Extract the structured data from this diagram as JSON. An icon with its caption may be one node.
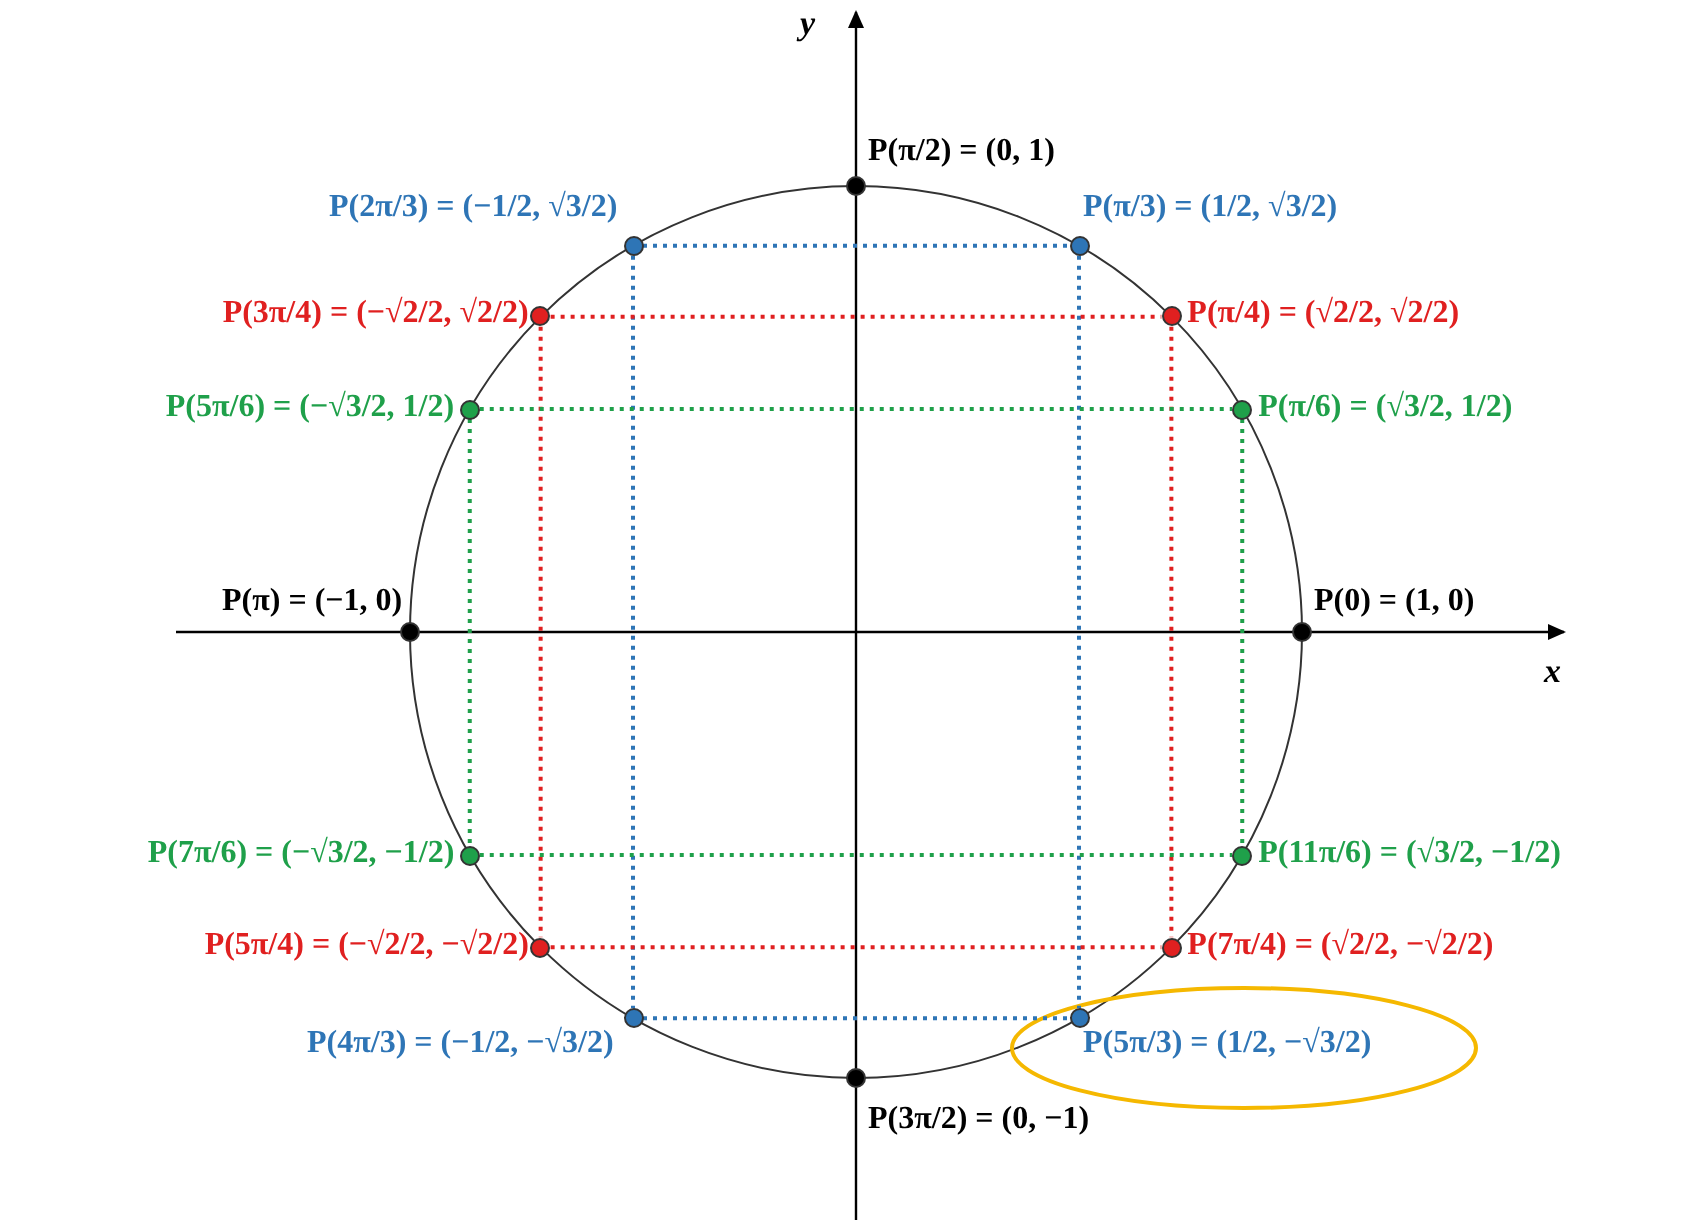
{
  "diagram": {
    "nodes": [
      {
        "text": [],
        "shape": "circle",
        "beside": [
          "P(π/2) = (0, 1)"
        ]
      },
      {
        "text": [],
        "shape": "circle",
        "beside": [
          "P(2π/3) = (−1/2, √3/2)"
        ]
      },
      {
        "text": [],
        "shape": "circle",
        "beside": [
          "P(π/3) = (1/2, √3/2)"
        ]
      },
      {
        "text": [],
        "shape": "circle",
        "beside": [
          "P(3π/4) = (−√2/2, √2/2)"
        ]
      },
      {
        "text": [],
        "shape": "circle",
        "beside": [
          "P(π/4) = (√2/2, √2/2)"
        ]
      },
      {
        "text": [],
        "shape": "circle",
        "beside": [
          "P(5π/6) = (−√3/2, 1/2)"
        ]
      },
      {
        "text": [],
        "shape": "circle",
        "beside": [
          "P(π/6) = (√3/2, 1/2)"
        ]
      },
      {
        "text": [],
        "shape": "circle",
        "beside": [
          "P(π) = (−1, 0)"
        ]
      },
      {
        "text": [],
        "shape": "circle",
        "beside": [
          "P(0) = (1, 0)"
        ]
      },
      {
        "text": [],
        "shape": "circle",
        "beside": [
          "P(7π/6) = (−√3/2, −1/2)"
        ]
      },
      {
        "text": [],
        "shape": "circle",
        "beside": [
          "P(11π/6) = (√3/2, −1/2)"
        ]
      },
      {
        "text": [],
        "shape": "circle",
        "beside": [
          "P(5π/4) = (−√2/2, −√2/2)"
        ]
      },
      {
        "text": [],
        "shape": "circle",
        "beside": [
          "P(7π/4) = (√2/2, −√2/2)"
        ]
      },
      {
        "text": [],
        "shape": "circle",
        "beside": [
          "P(4π/3) = (−1/2, −√3/2)"
        ]
      },
      {
        "text": [],
        "shape": "circle",
        "beside": [
          "P(5π/3) = (1/2, −√3/2)"
        ]
      },
      {
        "text": [],
        "shape": "circle",
        "beside": [
          "P(3π/2) = (0, −1)"
        ]
      }
    ],
    "edges": [
      {
        "from": 1,
        "to": 2,
        "arrow": "none",
        "style": "dashed",
        "color": "#2e75b6"
      },
      {
        "from": 13,
        "to": 14,
        "arrow": "none",
        "style": "dashed",
        "color": "#2e75b6"
      },
      {
        "from": 1,
        "to": 13,
        "arrow": "none",
        "style": "dashed",
        "color": "#2e75b6"
      },
      {
        "from": 2,
        "to": 14,
        "arrow": "none",
        "style": "dashed",
        "color": "#2e75b6"
      },
      {
        "from": 3,
        "to": 4,
        "arrow": "none",
        "style": "dashed",
        "color": "#e02020"
      },
      {
        "from": 11,
        "to": 12,
        "arrow": "none",
        "style": "dashed",
        "color": "#e02020"
      },
      {
        "from": 3,
        "to": 11,
        "arrow": "none",
        "style": "dashed",
        "color": "#e02020"
      },
      {
        "from": 4,
        "to": 12,
        "arrow": "none",
        "style": "dashed",
        "color": "#e02020"
      },
      {
        "from": 5,
        "to": 6,
        "arrow": "none",
        "style": "dashed",
        "color": "#1fa04a"
      },
      {
        "from": 9,
        "to": 10,
        "arrow": "none",
        "style": "dashed",
        "color": "#1fa04a"
      },
      {
        "from": 5,
        "to": 9,
        "arrow": "none",
        "style": "dashed",
        "color": "#1fa04a"
      },
      {
        "from": 6,
        "to": 10,
        "arrow": "none",
        "style": "dashed",
        "color": "#1fa04a"
      }
    ],
    "labels": [
      "y",
      "x"
    ]
  }
}
